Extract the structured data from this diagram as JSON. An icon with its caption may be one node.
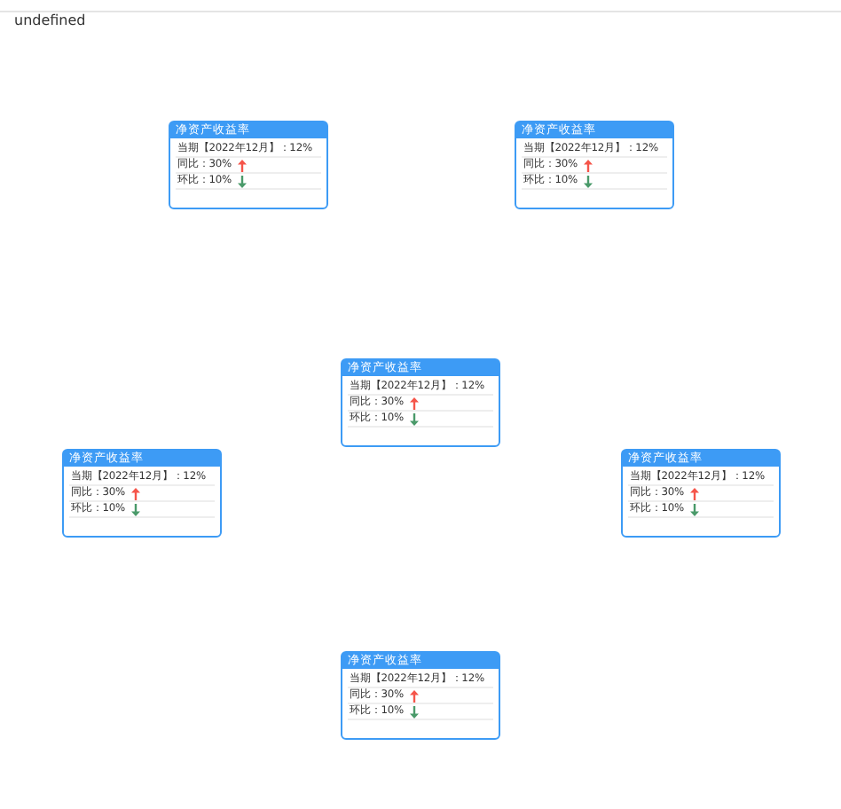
{
  "diagram": {
    "nodes": [
      {
        "text": [
          "净资产收益率",
          "当期【2022年12月】：12%",
          "同比：30%",
          "环比：10%"
        ]
      },
      {
        "text": [
          "净资产收益率",
          "当期【2022年12月】：12%",
          "同比：30%",
          "环比：10%"
        ]
      },
      {
        "text": [
          "净资产收益率",
          "当期【2022年12月】：12%",
          "同比：30%",
          "环比：10%"
        ]
      },
      {
        "text": [
          "净资产收益率",
          "当期【2022年12月】：12%",
          "同比：30%",
          "环比：10%"
        ]
      },
      {
        "text": [
          "净资产收益率",
          "当期【2022年12月】：12%",
          "同比：30%",
          "环比：10%"
        ]
      },
      {
        "text": [
          "净资产收益率",
          "当期【2022年12月】：12%",
          "同比：30%",
          "环比：10%"
        ]
      }
    ],
    "labels": [
      "undefined"
    ]
  }
}
